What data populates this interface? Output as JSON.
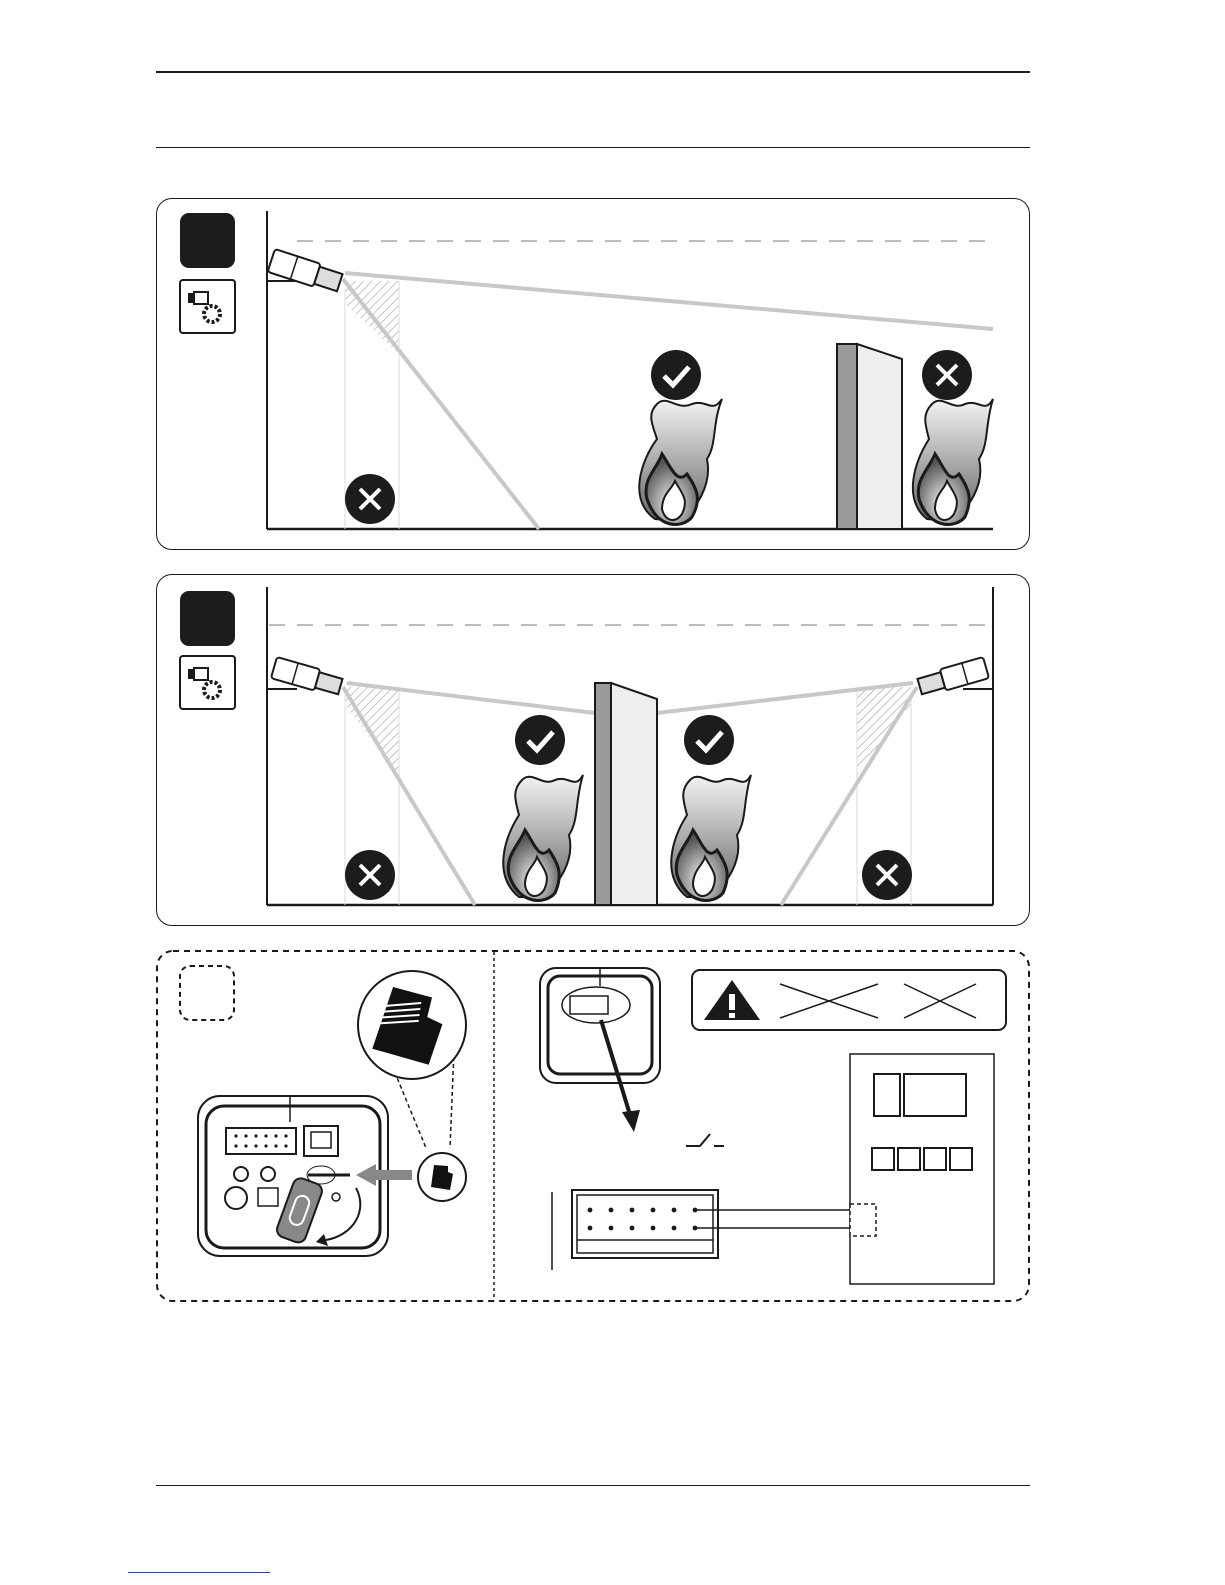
{
  "page": {
    "header_rules": 2,
    "footer_rule": true
  },
  "panels": [
    {
      "id": "scenario-single-camera",
      "badge_icon": "camera-settings-icon",
      "cameras": 1,
      "fires": [
        {
          "status": "ok",
          "icon": "check-icon"
        },
        {
          "status": "blocked",
          "icon": "cross-icon"
        }
      ],
      "blind_zone_icon": "cross-icon"
    },
    {
      "id": "scenario-dual-camera",
      "badge_icon": "camera-settings-icon",
      "cameras": 2,
      "fires": [
        {
          "status": "ok",
          "icon": "check-icon"
        },
        {
          "status": "ok",
          "icon": "check-icon"
        }
      ],
      "blind_zone_icon": "cross-icon"
    }
  ],
  "bottom": {
    "left_icon": "microsd-card-icon",
    "right_icons": [
      "warning-icon",
      "relay-switch-icon",
      "terminal-block-icon",
      "control-panel-icon"
    ]
  },
  "colors": {
    "ink": "#1a1a1a",
    "beam": "#c8c8c8",
    "badge": "#1c1c1c",
    "wall_front": "#eeeeee",
    "wall_side": "#9a9a9a"
  }
}
